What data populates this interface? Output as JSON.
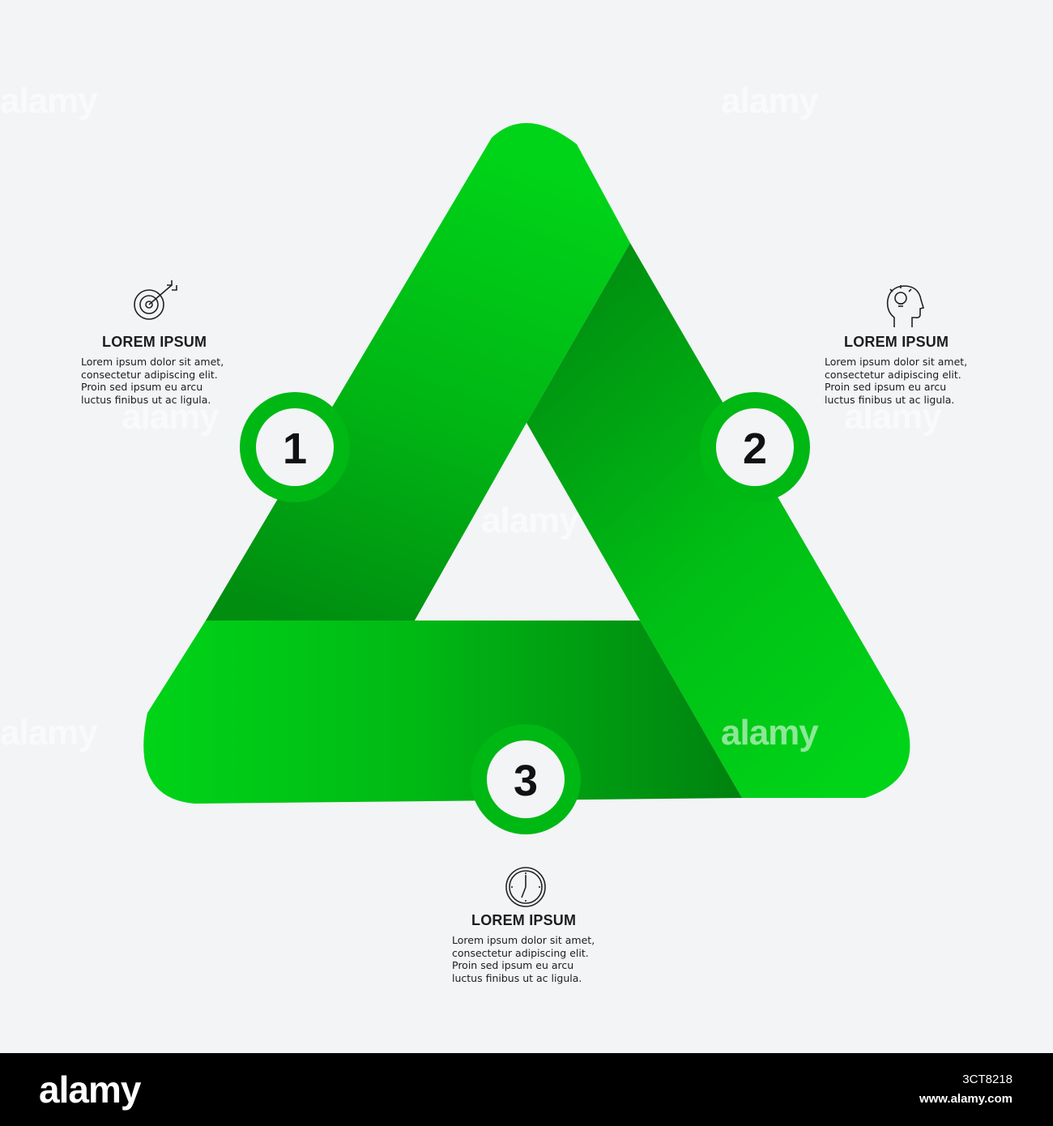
{
  "steps": [
    {
      "number": "1",
      "title": "LOREM IPSUM",
      "text": "Lorem ipsum dolor sit amet,\nconsectetur adipiscing elit.\nProin sed ipsum eu arcu\nluctus finibus ut ac ligula.",
      "icon": "target-arrow-icon"
    },
    {
      "number": "2",
      "title": "LOREM IPSUM",
      "text": "Lorem ipsum dolor sit amet,\nconsectetur adipiscing elit.\nProin sed ipsum eu arcu\nluctus finibus ut ac ligula.",
      "icon": "head-lightbulb-icon"
    },
    {
      "number": "3",
      "title": "LOREM IPSUM",
      "text": "Lorem ipsum dolor sit amet,\nconsectetur adipiscing elit.\nProin sed ipsum eu arcu\nluctus finibus ut ac ligula.",
      "icon": "clock-icon"
    }
  ],
  "colors": {
    "bright_green": "#00d418",
    "mid_green": "#00b814",
    "dark_green": "#008a10",
    "background": "#f2f4f6"
  },
  "watermark": {
    "text": "alamy"
  },
  "footer": {
    "brand": "alamy",
    "image_id": "3CT8218",
    "site": "www.alamy.com"
  }
}
